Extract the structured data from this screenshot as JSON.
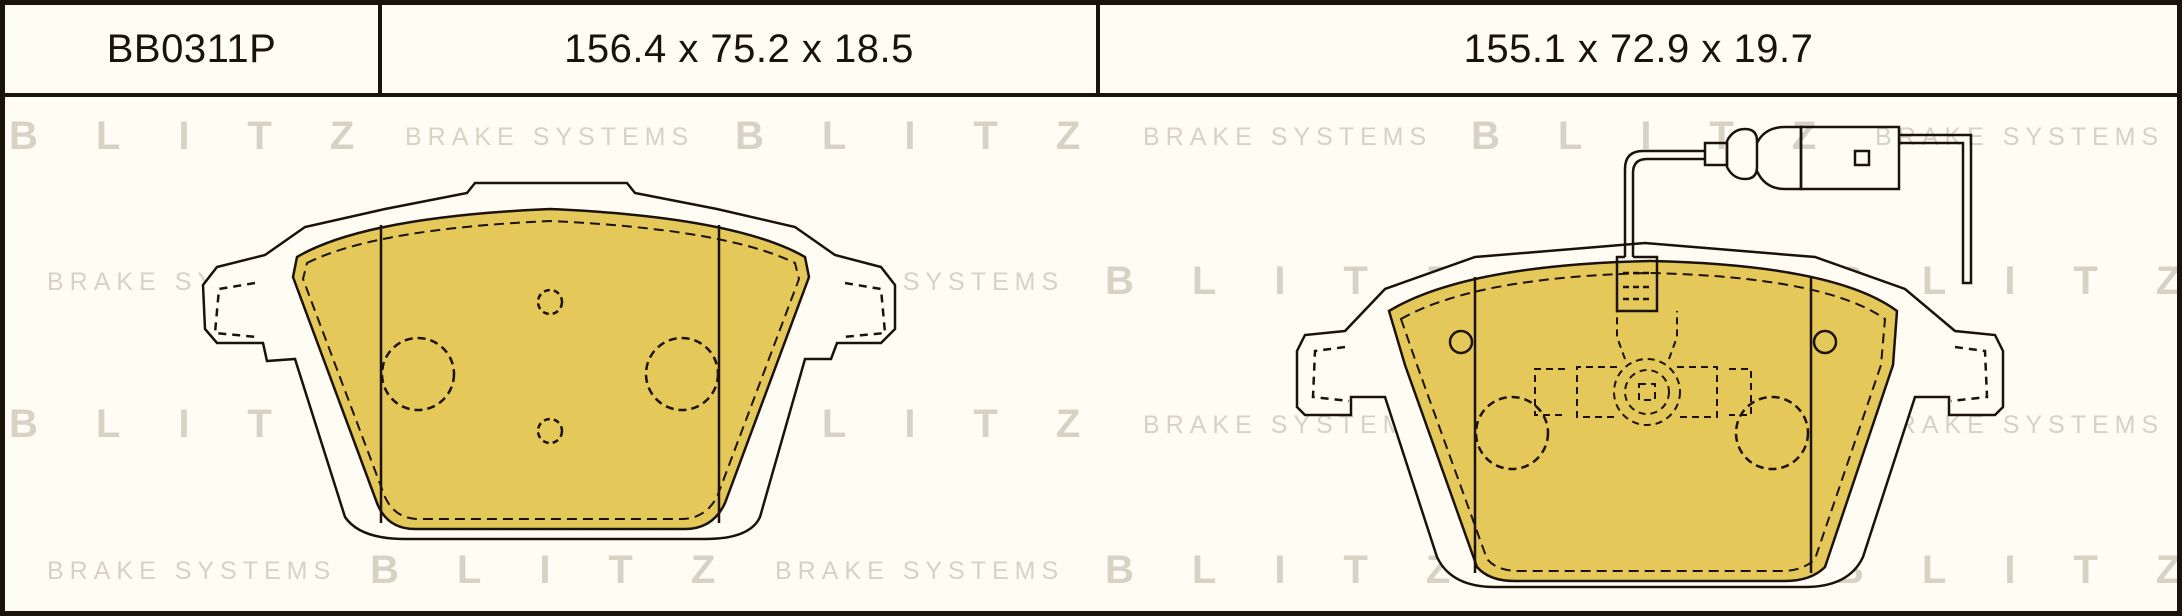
{
  "header": {
    "part_number": "BB0311P",
    "dims_left": "156.4 x 75.2 x 18.5",
    "dims_right": "155.1 x 72.9 x 19.7"
  },
  "watermark": {
    "brand": "BLITZ",
    "tagline": "BRAKE SYSTEMS"
  },
  "colors": {
    "pad_fill": "#e5c85a",
    "outline": "#1a120b",
    "watermark": "#d6d2c4",
    "background": "#fffdf3"
  }
}
